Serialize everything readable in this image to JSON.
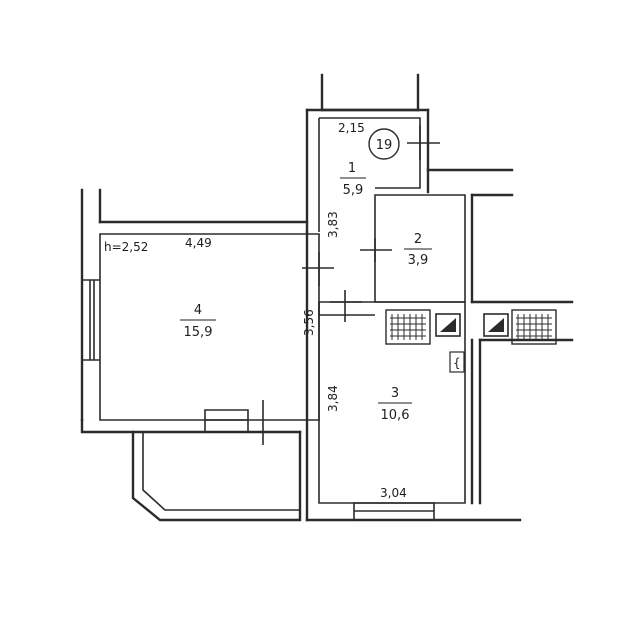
{
  "apartment": {
    "number": "19",
    "ceiling_height": "h=2,52"
  },
  "rooms": [
    {
      "number": "1",
      "area": "5,9"
    },
    {
      "number": "2",
      "area": "3,9"
    },
    {
      "number": "3",
      "area": "10,6"
    },
    {
      "number": "4",
      "area": "15,9"
    }
  ],
  "dimensions": {
    "hall_width": "2,15",
    "hall_length": "3,83",
    "living_width": "4,49",
    "living_depth": "3,56",
    "kitchen_depth": "3,84",
    "kitchen_width": "3,04"
  },
  "fixtures": {
    "sink_symbol": "{"
  }
}
